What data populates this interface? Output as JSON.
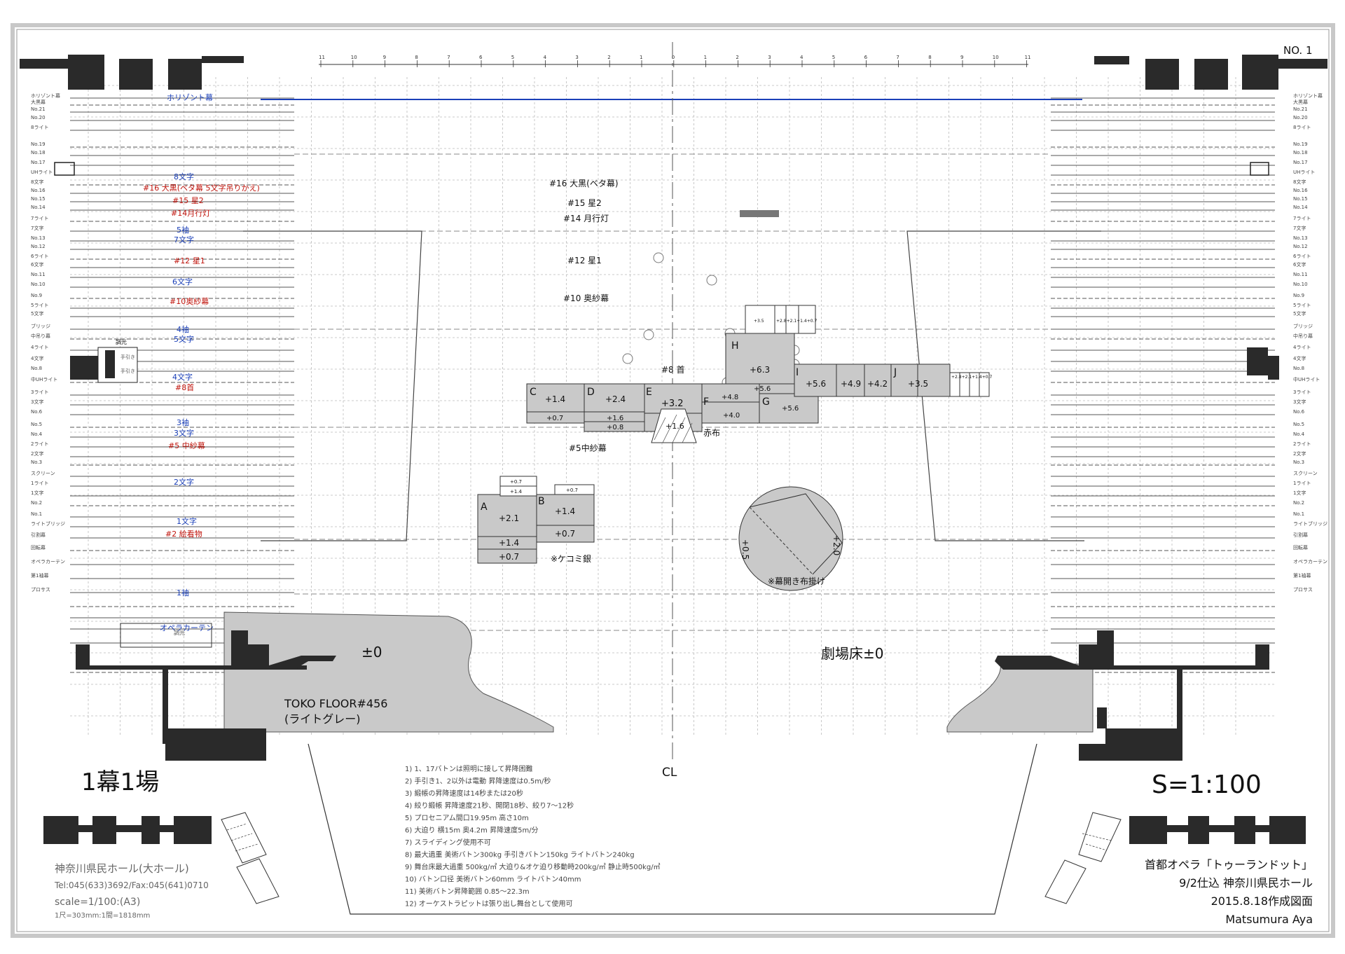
{
  "sheet": {
    "number": "NO. 1",
    "scene_title": "1幕1場",
    "scale_big": "S=1:100",
    "centerline": "CL",
    "stage_zero": "±0",
    "theatre_floor": "劇場床±0",
    "floor_material": [
      "TOKO FLOOR#456",
      "(ライトグレー)"
    ]
  },
  "ruler": {
    "labels": [
      "11",
      "10",
      "9",
      "8",
      "7",
      "6",
      "5",
      "4",
      "3",
      "2",
      "1",
      "0",
      "1",
      "2",
      "3",
      "4",
      "5",
      "6",
      "7",
      "8",
      "9",
      "10",
      "11"
    ]
  },
  "colors": {
    "blue": "#1a3fb8",
    "red": "#c0140c",
    "platform": "#c9c9c9",
    "wall": "#2a2a2a"
  },
  "left_linenames": [
    "ホリゾント幕",
    "大黒幕",
    "No.21",
    "No.20",
    "8ライト",
    "No.19",
    "No.18",
    "No.17",
    "UHライト",
    "8文字",
    "No.16",
    "No.15",
    "No.14",
    "7ライト",
    "7文字",
    "No.13",
    "No.12",
    "6ライト",
    "6文字",
    "No.11",
    "No.10",
    "No.9",
    "5ライト",
    "5文字",
    "ブリッジ",
    "中吊り幕",
    "4ライト",
    "4文字",
    "No.8",
    "中UHライト",
    "3ライト",
    "3文字",
    "No.6",
    "No.5",
    "No.4",
    "2ライト",
    "2文字",
    "No.3",
    "スクリーン",
    "1ライト",
    "1文字",
    "No.2",
    "No.1",
    "ライトブリッジ",
    "引割幕",
    "回転幕",
    "オペラカーテン",
    "第1袖幕",
    "プロサス"
  ],
  "right_linenames": [
    "ホリゾント幕",
    "大黒幕",
    "No.21",
    "No.20",
    "8ライト",
    "No.19",
    "No.18",
    "No.17",
    "UHライト",
    "8文字",
    "No.16",
    "No.15",
    "No.14",
    "7ライト",
    "7文字",
    "No.13",
    "No.12",
    "6ライト",
    "6文字",
    "No.11",
    "No.10",
    "No.9",
    "5ライト",
    "5文字",
    "ブリッジ",
    "中吊り幕",
    "4ライト",
    "4文字",
    "No.8",
    "中UHライト",
    "3ライト",
    "3文字",
    "No.6",
    "No.5",
    "No.4",
    "2ライト",
    "2文字",
    "No.3",
    "スクリーン",
    "1ライト",
    "1文字",
    "No.2",
    "No.1",
    "ライトブリッジ",
    "引割幕",
    "回転幕",
    "オペラカーテン",
    "第1袖幕",
    "プロサス"
  ],
  "batten_labels": [
    {
      "text": "ホリゾント幕",
      "color": "blue"
    },
    {
      "text": "8文字",
      "color": "blue"
    },
    {
      "text": "#16 大黒(ベタ幕 5文字吊りかえ)",
      "color": "red"
    },
    {
      "text": "#15 星2",
      "color": "red"
    },
    {
      "text": "#14月行灯",
      "color": "red"
    },
    {
      "text": "5袖",
      "color": "blue"
    },
    {
      "text": "7文字",
      "color": "blue"
    },
    {
      "text": "#12 星1",
      "color": "red"
    },
    {
      "text": "6文字",
      "color": "blue"
    },
    {
      "text": "#10奥紗幕",
      "color": "red"
    },
    {
      "text": "4袖",
      "color": "blue"
    },
    {
      "text": "5文字",
      "color": "blue"
    },
    {
      "text": "4文字",
      "color": "blue"
    },
    {
      "text": "#8首",
      "color": "red"
    },
    {
      "text": "3袖",
      "color": "blue"
    },
    {
      "text": "3文字",
      "color": "blue"
    },
    {
      "text": "#5 中紗幕",
      "color": "red"
    },
    {
      "text": "2文字",
      "color": "blue"
    },
    {
      "text": "1文字",
      "color": "blue"
    },
    {
      "text": "#2 絵看物",
      "color": "red"
    },
    {
      "text": "1袖",
      "color": "blue"
    },
    {
      "text": "オペラカーテン",
      "color": "blue"
    }
  ],
  "center_labels": [
    "#16 大黒(ベタ幕)",
    "#15 星2",
    "#14 月行灯",
    "#12 星1",
    "#10 奥紗幕",
    "#8 首",
    "#5中紗幕",
    "赤布",
    "※ケコミ銀",
    "※幕開き布掛け"
  ],
  "platforms": {
    "A": {
      "letter": "A",
      "heights": [
        "+0.7",
        "+1.4",
        "+2.1",
        "+1.4",
        "+0.7"
      ]
    },
    "B": {
      "letter": "B",
      "heights": [
        "+0.7",
        "+1.4",
        "+0.7"
      ]
    },
    "C": {
      "letter": "C",
      "heights": [
        "+1.4",
        "+0.7"
      ]
    },
    "D": {
      "letter": "D",
      "heights": [
        "+2.4",
        "+1.6",
        "+0.8"
      ]
    },
    "E": {
      "letter": "E",
      "heights": [
        "+3.2",
        "+1.6"
      ]
    },
    "F": {
      "letter": "F",
      "heights": [
        "+4.8",
        "+4.0"
      ]
    },
    "G": {
      "letter": "G",
      "heights": [
        "+5.6",
        "+5.6"
      ]
    },
    "H": {
      "letter": "H",
      "heights": [
        "+6.3",
        "+3.5",
        "+2.8+2.1+1.4+0.7"
      ]
    },
    "I": {
      "letter": "I",
      "heights": [
        "+5.6"
      ]
    },
    "J": {
      "letter": "J",
      "heights": [
        "+4.9",
        "+4.2",
        "+3.5",
        "+2.8+2.1+1.4+0.7"
      ]
    }
  },
  "revolve": {
    "left": "+0.5",
    "right": "+2.0"
  },
  "notes": [
    "1) 1、17バトンは照明に接して昇降困難",
    "2) 手引き1、2以外は電動 昇降速度は0.5m/秒",
    "3) 緞帳の昇降速度は14秒または20秒",
    "4) 絞り緞帳 昇降速度21秒、開閉18秒、絞り7〜12秒",
    "5) プロセニアム間口19.95m 高さ10m",
    "6) 大迫り 横15m 奥4.2m 昇降速度5m/分",
    "7) スライディング使用不可",
    "8) 最大過重 美術バトン300kg 手引きバトン150kg ライトバトン240kg",
    "9) 舞台床最大過重 500kg/㎡ 大迫り&オケ迫り移動時200kg/㎡ 静止時500kg/㎡",
    "10) バトン口径 美術バトン60mm ライトバトン40mm",
    "11) 美術バトン昇降範囲 0.85〜22.3m",
    "12) オーケストラピットは張り出し舞台として使用可"
  ],
  "venue": {
    "name": "神奈川県民ホール(大ホール)",
    "tel": "Tel:045(633)3692/Fax:045(641)0710",
    "scale": "scale=1/100:(A3)",
    "units": "1尺=303mm:1間=1818mm"
  },
  "title_block": {
    "line1": "首都オペラ「トゥーランドット」",
    "line2": "9/2仕込 神奈川県民ホール",
    "line3": "2015.8.18作成図面",
    "line4": "Matsumura Aya"
  },
  "misc": {
    "left_hand": "手引き",
    "left_hand2": "手引き",
    "left_grp": "調光",
    "opera_small": "調光"
  }
}
